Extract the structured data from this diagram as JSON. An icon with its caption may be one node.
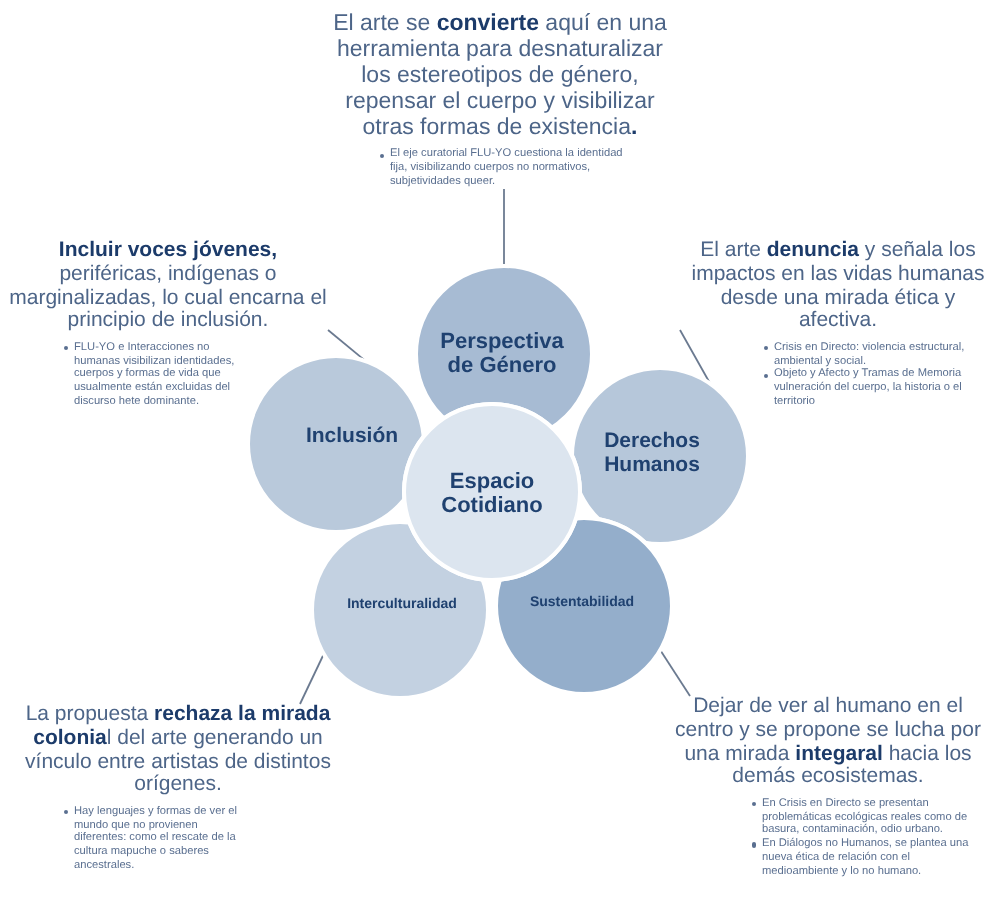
{
  "diagram": {
    "nodes": [
      {
        "text": [
          "El arte se **convierte** aquí en una herramienta para desnaturalizar los estereotipos de género, repensar el cuerpo y visibilizar otras formas de existencia**.**",
          "El eje curatorial FLU-YO cuestiona la identidad fija, visibilizando cuerpos no normativos, subjetividades queer."
        ]
      },
      {
        "text": [
          "**Incluir voces jóvenes,** periféricas, indígenas o marginalizadas, lo cual encarna el principio de inclusión.",
          "FLU-YO e Interacciones no humanas visibilizan identidades, cuerpos y formas de vida que usualmente están excluidas del discurso hete dominante."
        ]
      },
      {
        "text": [
          "El arte **denuncia** y señala los impactos en las vidas humanas desde una mirada ética y afectiva.",
          "Crisis en Directo: violencia estructural, ambiental y social.",
          "Objeto y Afecto y Tramas de Memoria vulneración del cuerpo, la historia o el territorio"
        ]
      },
      {
        "text": [
          "Perspectiva de Género"
        ]
      },
      {
        "text": [
          "Inclusión"
        ]
      },
      {
        "text": [
          "Derechos Humanos"
        ]
      },
      {
        "text": [
          "Espacio Cotidiano"
        ]
      },
      {
        "text": [
          "Interculturalidad"
        ]
      },
      {
        "text": [
          "Sustentabilidad"
        ]
      },
      {
        "text": [
          "La propuesta **rechaza la mirada colonia**l del arte generando un vínculo entre artistas de distintos orígenes.",
          "Hay lenguajes y formas de ver el mundo que no provienen diferentes: como el rescate de la cultura mapuche o saberes ancestrales."
        ]
      },
      {
        "text": [
          "Dejar de ver al humano en el centro y se propone se lucha por una mirada **integaral** hacia los demás ecosistemas.",
          "En Crisis en Directo se presentan problemáticas ecológicas reales como de basura, contaminación, odio urbano.",
          "En Diálogos no Humanos, se plantea una nueva ética de relación con el medioambiente y lo no humano."
        ]
      }
    ],
    "edges": [
      {
        "from": 0,
        "to": 3,
        "arrow": "none"
      },
      {
        "from": 1,
        "to": 4,
        "arrow": "none"
      },
      {
        "from": 2,
        "to": 5,
        "arrow": "none"
      },
      {
        "from": 9,
        "to": 7,
        "arrow": "none"
      },
      {
        "from": 10,
        "to": 8,
        "arrow": "none"
      }
    ]
  }
}
